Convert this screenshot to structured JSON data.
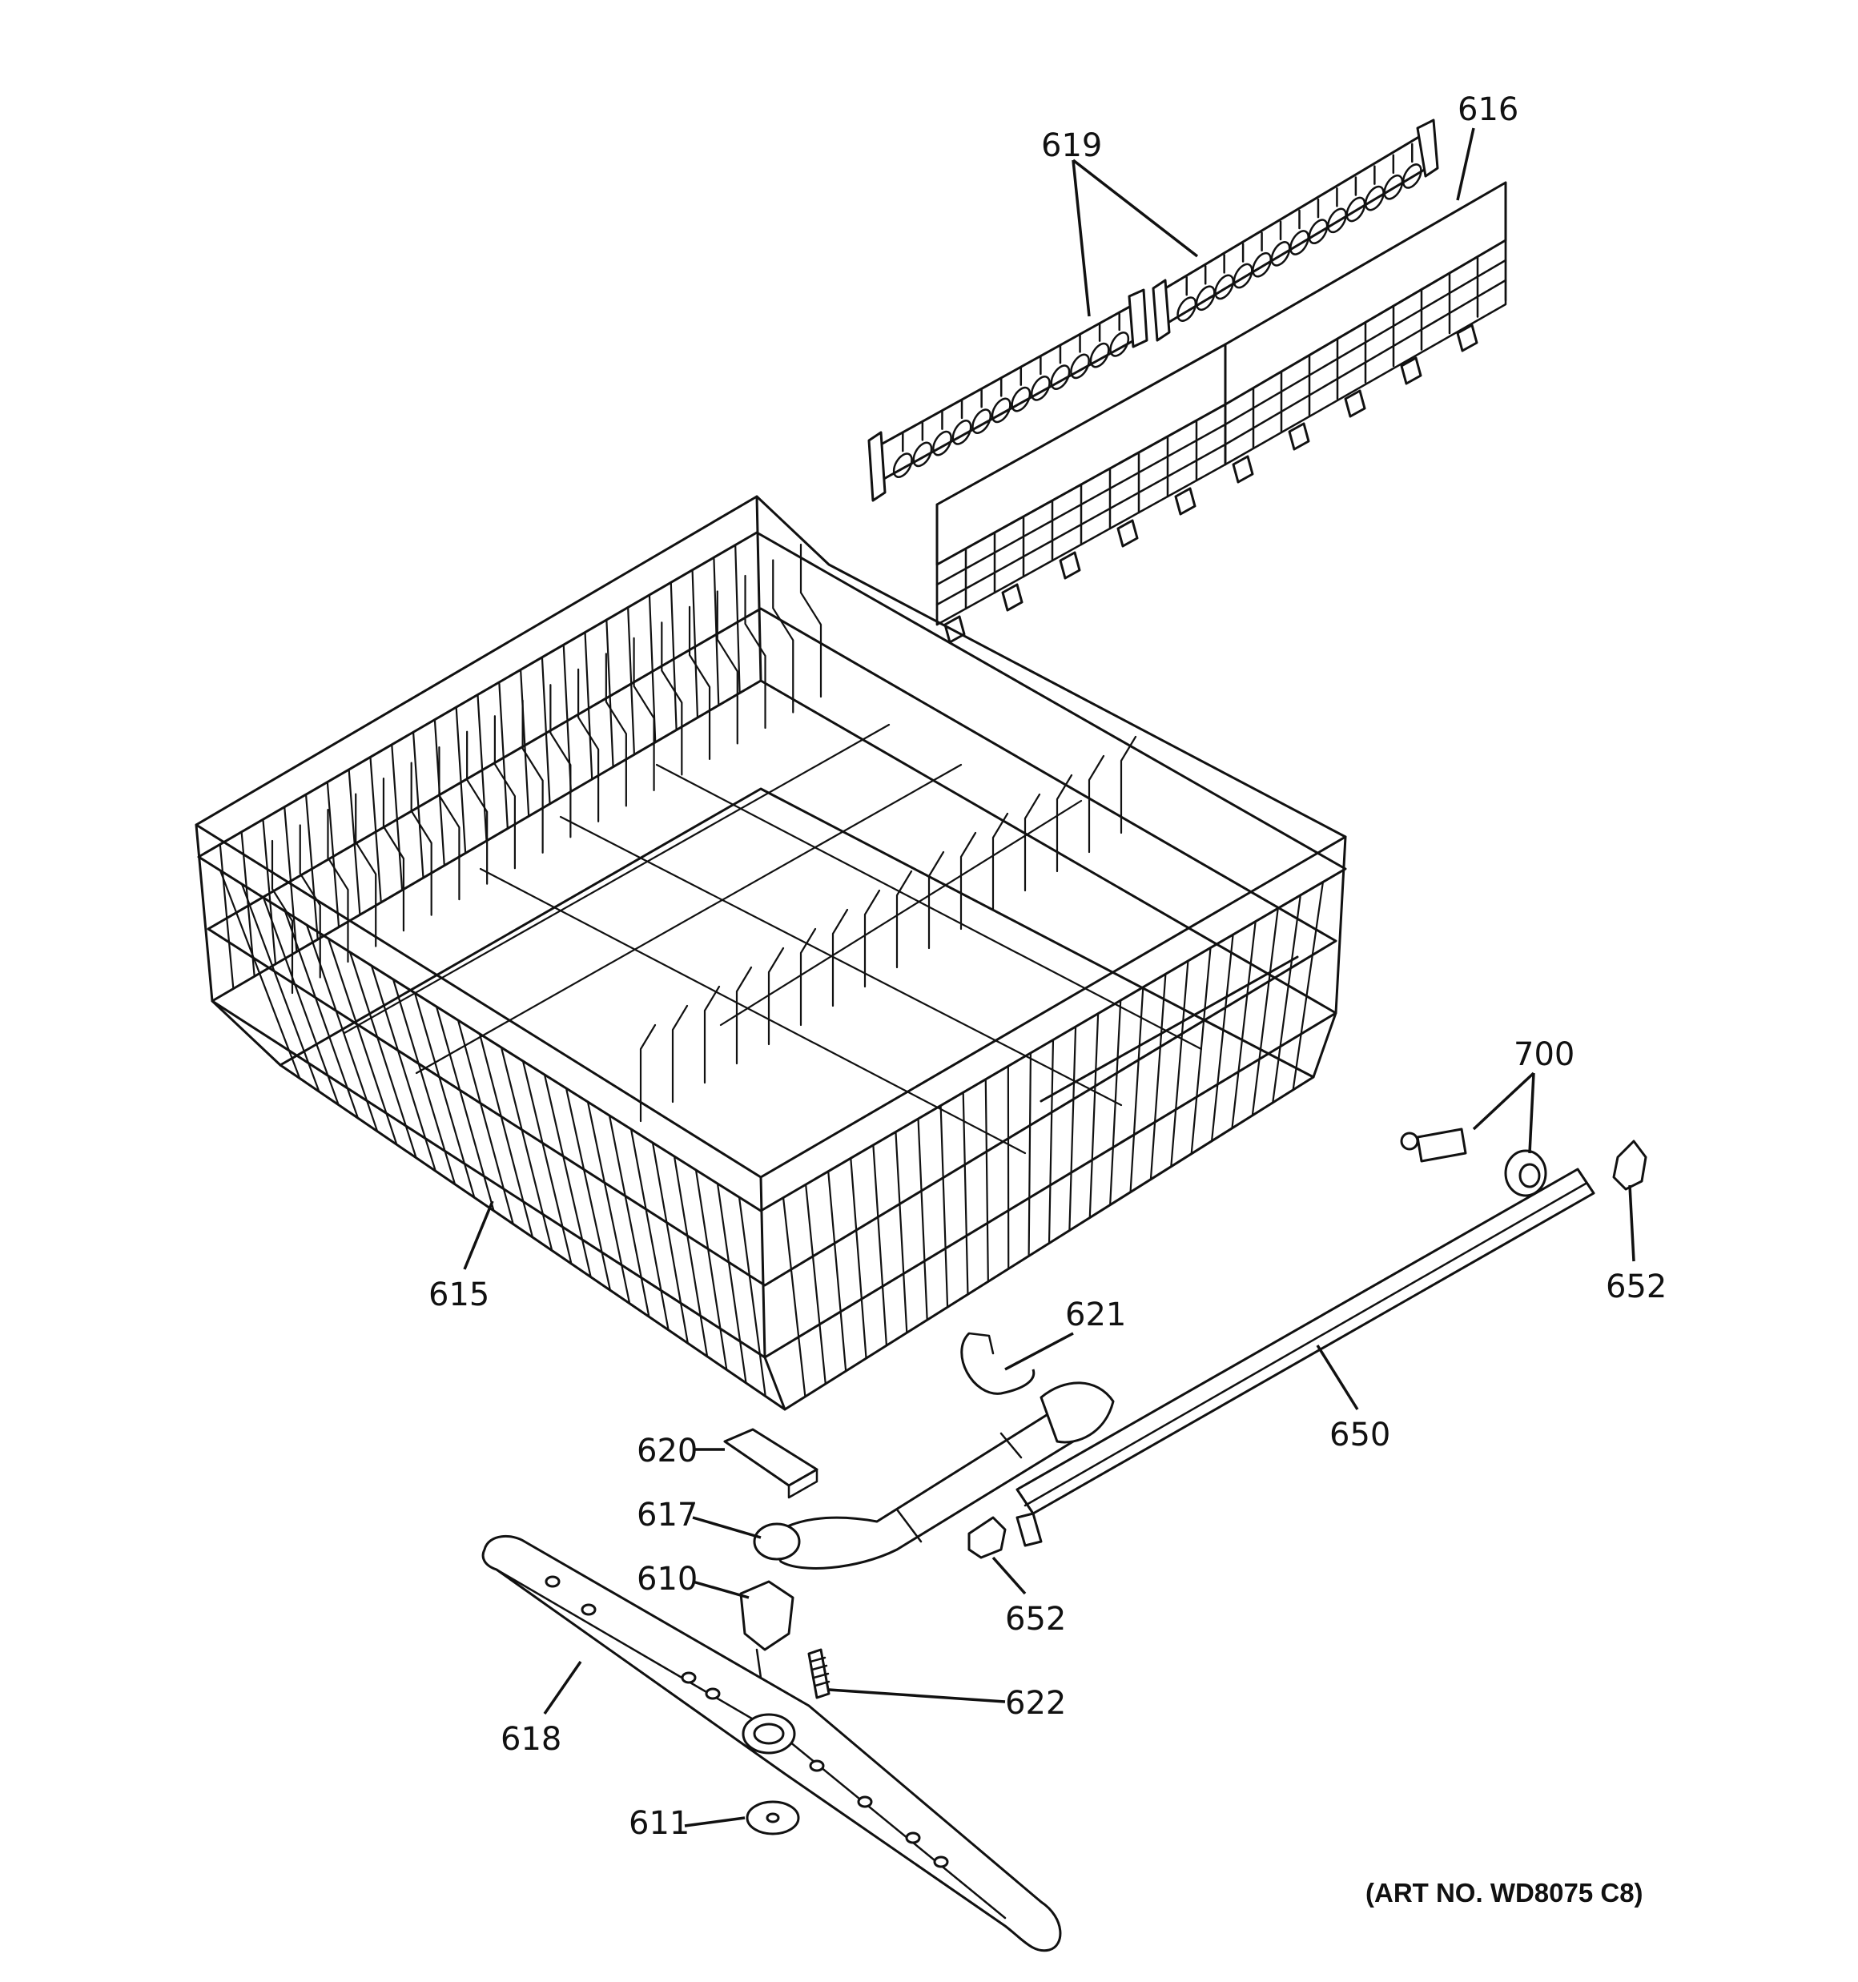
{
  "callouts": [
    {
      "id": "616",
      "label": "616"
    },
    {
      "id": "619",
      "label": "619"
    },
    {
      "id": "615",
      "label": "615"
    },
    {
      "id": "700",
      "label": "700"
    },
    {
      "id": "652a",
      "label": "652"
    },
    {
      "id": "621",
      "label": "621"
    },
    {
      "id": "650",
      "label": "650"
    },
    {
      "id": "620",
      "label": "620"
    },
    {
      "id": "617",
      "label": "617"
    },
    {
      "id": "610",
      "label": "610"
    },
    {
      "id": "652b",
      "label": "652"
    },
    {
      "id": "622",
      "label": "622"
    },
    {
      "id": "618",
      "label": "618"
    },
    {
      "id": "611",
      "label": "611"
    }
  ],
  "art_number": "(ART NO. WD8075 C8)"
}
